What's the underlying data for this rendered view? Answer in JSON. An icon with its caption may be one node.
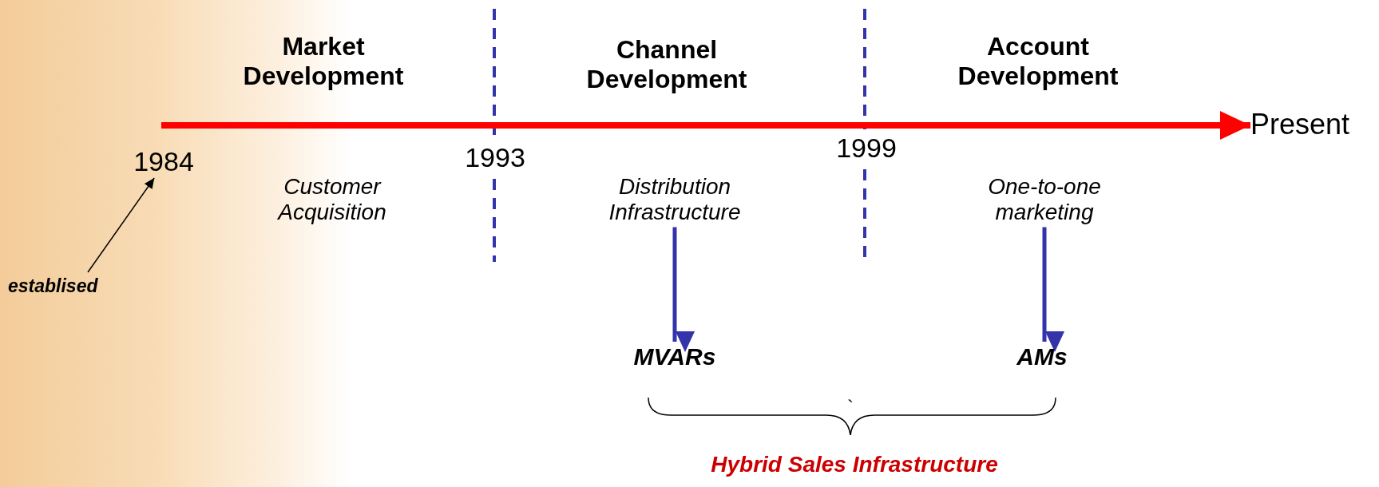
{
  "diagram": {
    "nodes": [
      {
        "text": [
          "establised"
        ]
      },
      {
        "text": [
          "1984"
        ]
      },
      {
        "text": [
          "Distribution Infrastructure"
        ]
      },
      {
        "text": [
          "MVARs"
        ]
      },
      {
        "text": [
          "One-to-one marketing"
        ]
      },
      {
        "text": [
          "AMs"
        ]
      },
      {
        "text": [
          "Present"
        ]
      }
    ],
    "edges": [
      {
        "from": 1,
        "to": 6,
        "arrow": "to",
        "color": "#ff0000"
      },
      {
        "from": 0,
        "to": 1,
        "arrow": "to",
        "color": "#000000"
      },
      {
        "from": 2,
        "to": 3,
        "arrow": "to"
      },
      {
        "from": 4,
        "to": 5,
        "arrow": "to"
      }
    ],
    "labels": [
      "Market Development",
      "Channel Development",
      "Account Development",
      "1993",
      "1999",
      "Customer Acquisition",
      "`",
      "Hybrid Sales Infrastructure"
    ]
  }
}
